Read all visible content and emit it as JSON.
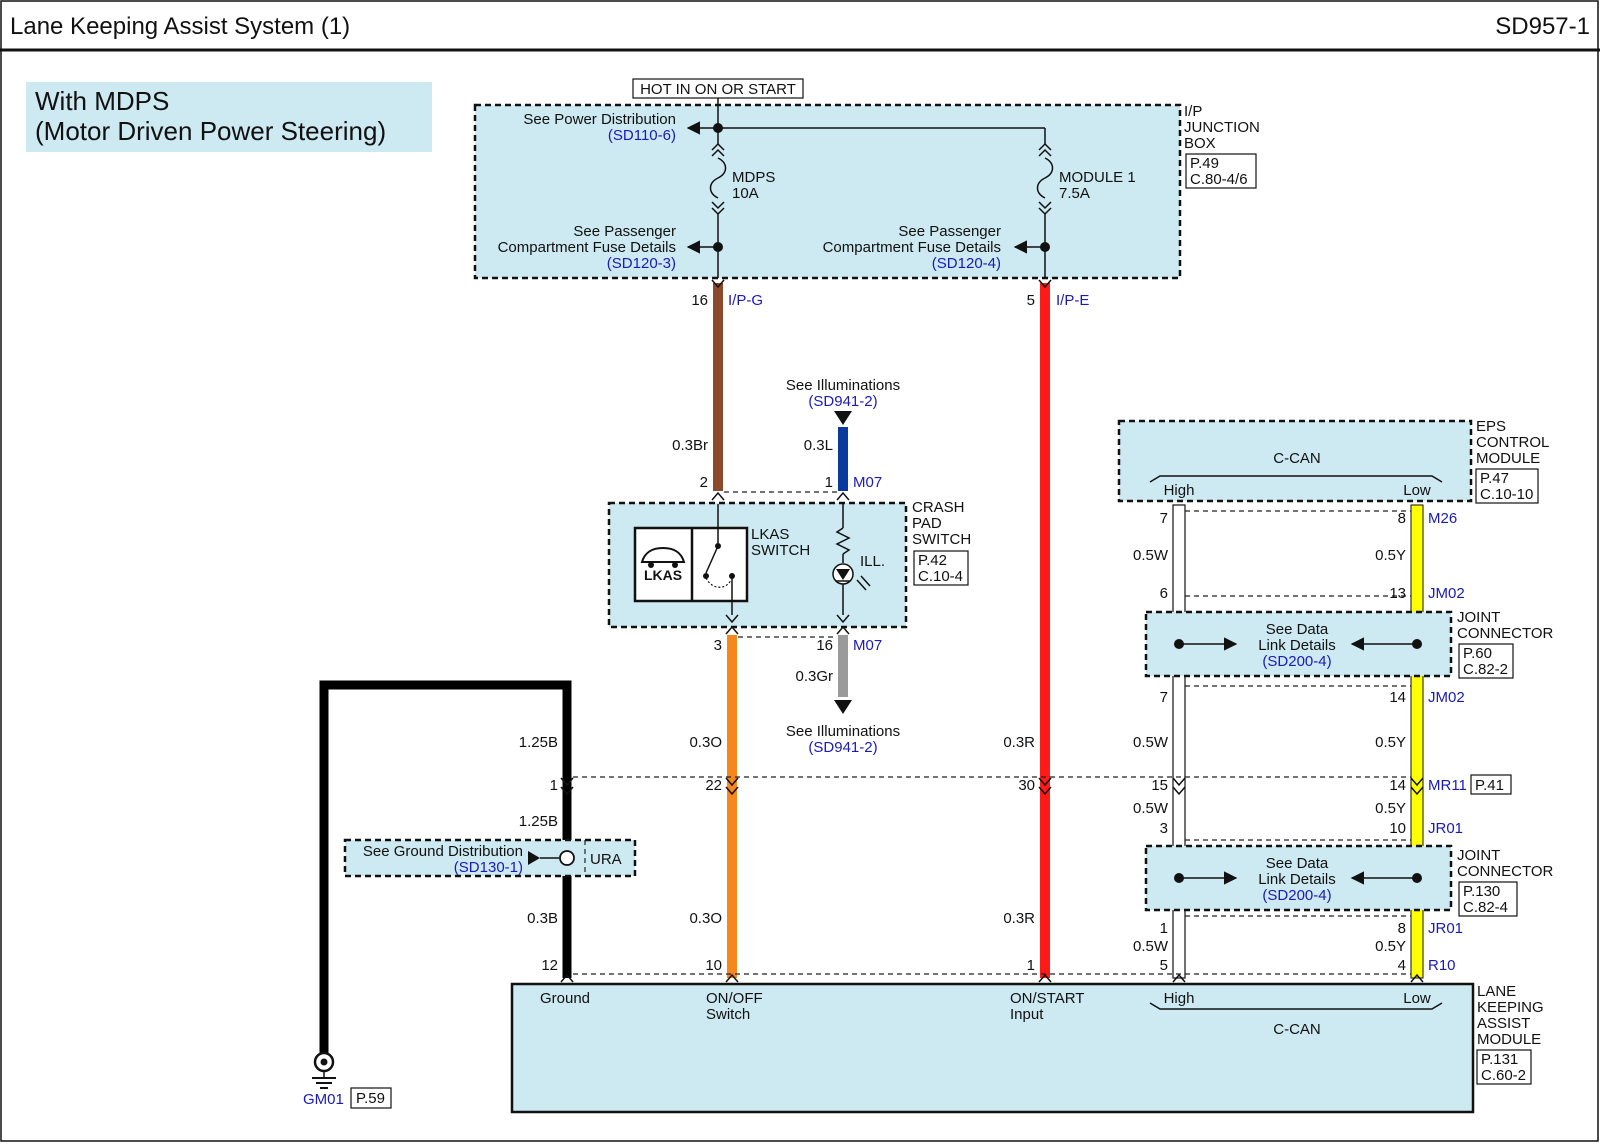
{
  "header": {
    "title": "Lane Keeping Assist System (1)",
    "code": "SD957-1"
  },
  "variant": {
    "line1": "With MDPS",
    "line2": "(Motor Driven Power Steering)"
  },
  "power_label": "HOT IN ON OR START",
  "ip_junction_box": {
    "name": [
      "I/P",
      "JUNCTION",
      "BOX"
    ],
    "refs": [
      "P.49",
      "C.80-4/6"
    ],
    "power_dist": {
      "text": "See Power Distribution",
      "ref": "(SD110-6)"
    },
    "fuse1": {
      "name": "MDPS",
      "rating": "10A"
    },
    "fuse2": {
      "name": "MODULE 1",
      "rating": "7.5A"
    },
    "fuse_details_left": {
      "line1": "See Passenger",
      "line2": "Compartment Fuse Details",
      "ref": "(SD120-3)"
    },
    "fuse_details_right": {
      "line1": "See Passenger",
      "line2": "Compartment Fuse Details",
      "ref": "(SD120-4)"
    }
  },
  "pins": {
    "ipg_pin": "16",
    "ipg_conn": "I/P-G",
    "ipe_pin": "5",
    "ipe_conn": "I/P-E",
    "m07_pin2": "2",
    "m07_pin1": "1",
    "m07_conn": "M07",
    "m07_pin3": "3",
    "m07_pin16": "16",
    "m07_conn2": "M07",
    "mr11_pin1": "1",
    "mr11_pin22": "22",
    "mr11_pin30": "30",
    "mr11_pin15": "15",
    "mr11_pin14": "14",
    "mr11_conn": "MR11",
    "mr11_ref": "P.41",
    "lka_pin12": "12",
    "lka_pin10": "10",
    "lka_pin1": "1",
    "lka_pin5": "5",
    "lka_pin4": "4",
    "r10_conn": "R10",
    "m26_pin7": "7",
    "m26_pin8": "8",
    "m26_conn": "M26",
    "jm02_pin6": "6",
    "jm02_pin13": "13",
    "jm02_conn": "JM02",
    "jm02_pin7": "7",
    "jm02_pin14": "14",
    "jm02_conn2": "JM02",
    "jr01_pin3": "3",
    "jr01_pin10": "10",
    "jr01_conn": "JR01",
    "jr01_pin1": "1",
    "jr01_pin8": "8",
    "jr01_conn2": "JR01"
  },
  "wires": {
    "brown": "0.3Br",
    "blue": "0.3L",
    "gray": "0.3Gr",
    "black_upper": "1.25B",
    "black_mid": "1.25B",
    "black_lower": "0.3B",
    "orange_upper": "0.3O",
    "orange_lower": "0.3O",
    "red_lower": "0.3R",
    "red_bottom": "0.3R",
    "white1": "0.5W",
    "white2": "0.5W",
    "white3": "0.5W",
    "white4": "0.5W",
    "yellow1": "0.5Y",
    "yellow2": "0.5Y",
    "yellow3": "0.5Y",
    "yellow4": "0.5Y",
    "colors": {
      "brown": "#8b4a2b",
      "blue": "#0b3a9e",
      "gray": "#9a9a9a",
      "orange": "#f7861c",
      "red": "#ff1a1a",
      "yellow": "#ffff00",
      "black": "#000000",
      "white": "#ffffff"
    }
  },
  "illum_top": {
    "text": "See Illuminations",
    "ref": "(SD941-2)"
  },
  "illum_bottom": {
    "text": "See Illuminations",
    "ref": "(SD941-2)"
  },
  "crash_pad_switch": {
    "name": [
      "CRASH",
      "PAD",
      "SWITCH"
    ],
    "refs": [
      "P.42",
      "C.10-4"
    ],
    "lkas_label": [
      "LKAS",
      "SWITCH"
    ],
    "lkas_icon_text": "LKAS",
    "ill_label": "ILL."
  },
  "eps_module": {
    "name": [
      "EPS",
      "CONTROL",
      "MODULE"
    ],
    "refs": [
      "P.47",
      "C.10-10"
    ],
    "bus": "C-CAN",
    "high": "High",
    "low": "Low"
  },
  "joint1": {
    "name": [
      "JOINT",
      "CONNECTOR"
    ],
    "refs": [
      "P.60",
      "C.82-2"
    ],
    "text1": "See Data",
    "text2": "Link Details",
    "ref": "(SD200-4)"
  },
  "joint2": {
    "name": [
      "JOINT",
      "CONNECTOR"
    ],
    "refs": [
      "P.130",
      "C.82-4"
    ],
    "text1": "See Data",
    "text2": "Link Details",
    "ref": "(SD200-4)"
  },
  "ground_dist": {
    "text": "See Ground Distribution",
    "ref": "(SD130-1)",
    "splice": "URA"
  },
  "ground": {
    "name": "GM01",
    "ref": "P.59"
  },
  "lka_module": {
    "name": [
      "LANE",
      "KEEPING",
      "ASSIST",
      "MODULE"
    ],
    "refs": [
      "P.131",
      "C.60-2"
    ],
    "ground": "Ground",
    "onoff": [
      "ON/OFF",
      "Switch"
    ],
    "onstart": [
      "ON/START",
      "Input"
    ],
    "high": "High",
    "low": "Low",
    "bus": "C-CAN"
  }
}
